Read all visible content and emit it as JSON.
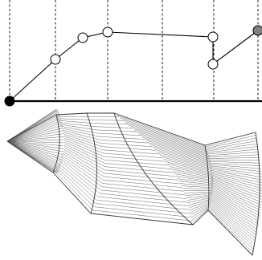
{
  "diagram": {
    "profile_chart": {
      "guide_count": 6,
      "control_points": [
        {
          "kind": "start",
          "fill": "#000000"
        },
        {
          "kind": "open",
          "fill": "#ffffff"
        },
        {
          "kind": "open",
          "fill": "#ffffff"
        },
        {
          "kind": "open",
          "fill": "#ffffff"
        },
        {
          "kind": "open",
          "fill": "#ffffff"
        },
        {
          "kind": "open",
          "fill": "#ffffff"
        },
        {
          "kind": "end",
          "fill": "#808080"
        }
      ]
    },
    "solid": {
      "style": "wireframe surface of revolution",
      "line_color": "#555555",
      "sections": [
        "nose-cone",
        "body-section-1",
        "body-section-2",
        "tail-fan"
      ]
    }
  }
}
